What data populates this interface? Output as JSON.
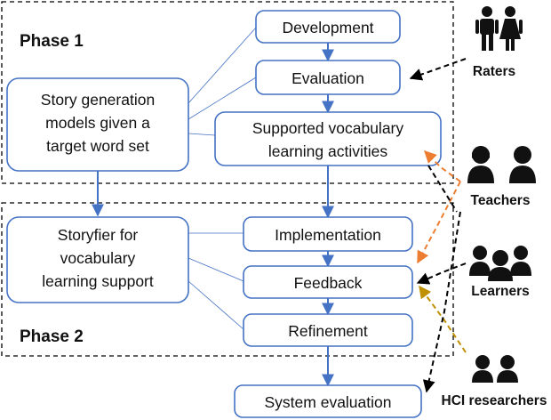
{
  "phases": [
    {
      "label": "Phase 1"
    },
    {
      "label": "Phase 2"
    }
  ],
  "boxes": {
    "story_generation": {
      "lines": [
        "Story generation",
        "models given a",
        "target word set"
      ]
    },
    "development": {
      "lines": [
        "Development"
      ]
    },
    "evaluation": {
      "lines": [
        "Evaluation"
      ]
    },
    "supported_activities": {
      "lines": [
        "Supported vocabulary",
        "learning activities"
      ]
    },
    "storyfier": {
      "lines": [
        "Storyfier for",
        "vocabulary",
        "learning support"
      ]
    },
    "implementation": {
      "lines": [
        "Implementation"
      ]
    },
    "feedback": {
      "lines": [
        "Feedback"
      ]
    },
    "refinement": {
      "lines": [
        "Refinement"
      ]
    },
    "system_evaluation": {
      "lines": [
        "System evaluation"
      ]
    }
  },
  "actors": [
    {
      "id": "raters",
      "label": "Raters",
      "icon": "couple-icon"
    },
    {
      "id": "teachers",
      "label": "Teachers",
      "icon": "people-pair-icon"
    },
    {
      "id": "learners",
      "label": "Learners",
      "icon": "people-group-icon"
    },
    {
      "id": "hci",
      "label": "HCI researchers",
      "icon": "people-pair-icon"
    }
  ],
  "colors": {
    "box_border": "#4472c4",
    "arrow_blue": "#4472c4",
    "arrow_orange": "#ed7d31",
    "arrow_gold": "#bf9000",
    "arrow_black": "#000000",
    "text": "#111111"
  }
}
